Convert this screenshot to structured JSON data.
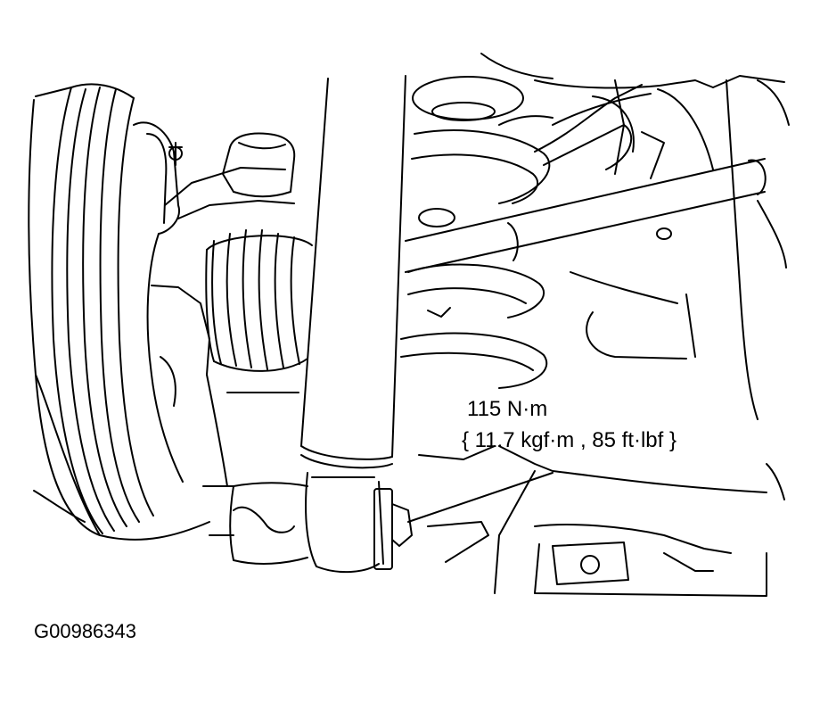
{
  "diagram": {
    "torque_value": "115 N·m",
    "torque_alt": "{ 11.7 kgf·m , 85 ft·lbf }",
    "figure_id": "G00986343"
  }
}
